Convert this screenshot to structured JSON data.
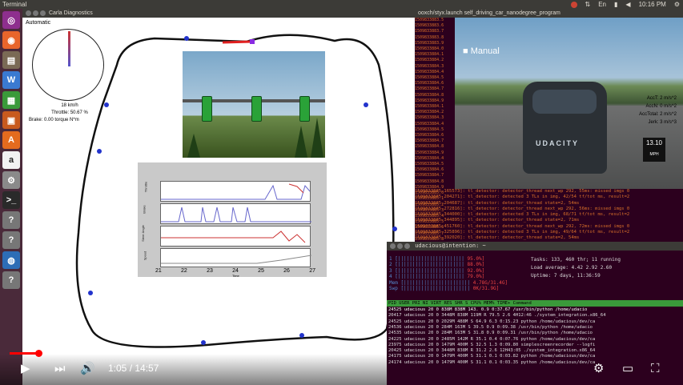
{
  "topbar": {
    "title": "Terminal",
    "clock": "10:16 PM"
  },
  "launcher": {
    "items": [
      "dash-icon",
      "firefox-icon",
      "files-icon",
      "writer-icon",
      "calc-icon",
      "impress-icon",
      "software-icon",
      "amazon-icon",
      "settings-icon",
      "terminal-icon",
      "unknown-icon",
      "unknown-icon",
      "globe-icon",
      "unknown-icon",
      "trash-icon"
    ]
  },
  "carla": {
    "title": "Carla Diagnostics",
    "mode": "Automatic",
    "speed": "18 km/h",
    "throttle": "Throttle: 50.67 %",
    "brake": "Brake: 0.00 torque N*m",
    "plot_xlabel": "Time",
    "plot_xticks": [
      "21",
      "22",
      "23",
      "24",
      "25",
      "26",
      "27"
    ],
    "plot_ylabels": [
      "Throttle",
      "Brake",
      "Steer Angle",
      "Speed"
    ]
  },
  "sim": {
    "title": "ooxch/styx.launch   self_driving_car_nanodegree_program",
    "manual": "Manual",
    "acc": [
      "AccT: 2 m/s^2",
      "AccN: 0 m/s^2",
      "AccTotal: 2 m/s^2",
      "Jerk: 3 m/s^3"
    ],
    "speed": "13.10",
    "speed_unit": "MPH",
    "logo": "UDACITY"
  },
  "log_lines": [
    "1509833883.5",
    "1509833883.6",
    "1509833883.7",
    "1509833883.8",
    "1509833883.9",
    "1509833884.0",
    "1509833884.1",
    "1509833884.2",
    "1509833884.3",
    "1509833884.4",
    "1509833884.5",
    "1509833884.6",
    "1509833884.7",
    "1509833884.8",
    "1509833884.9",
    "1509833884.1",
    "1509833884.2",
    "1509833884.3",
    "1509833884.4",
    "1509833884.5",
    "1509833884.6",
    "1509833884.7",
    "1509833884.8",
    "1509833884.9",
    "1509833884.4",
    "1509833884.5",
    "1509833884.6",
    "1509833884.7",
    "1509833884.8",
    "1509833884.9",
    "1509833885.0",
    "1509833885.1",
    "1509833885.2",
    "1509833885.3",
    "1509833885.4",
    "1509833885.5",
    "1509833885.6",
    "1509833885.7",
    "1509833885.8"
  ],
  "detector_lines": [
    "1509833885.165573]: tl_detector: detector_thread next_wp 292, 55ms: missed imgs 0",
    "1509833885.204271]: tl_detector: detected 3 TLs in img, 42/54 tf/tot ms, result=2",
    "1509833885.204687]: tl_detector: detector_thread state=2, 54ms",
    "1509833885.272816]: tl_detector: detector_thread next_wp 292, 56ms: missed imgs 0",
    "1509833885.344000]: tl_detector: detected 3 TLs in img, 68/71 tf/tot ms, result=2",
    "1509833885.344895]: tl_detector: detector_thread state=2, 71ms",
    "1509833885.451760]: tl_detector: detector_thread next_wp 292, 72ms: missed imgs 0",
    "1509833885.325896]: tl_detector: detected 3 TLs in img, 49/64 tf/tot ms, result=2",
    "1509833885.392020]: tl_detector: detector_thread state=2, 54ms"
  ],
  "htop": {
    "title": "udacious@intention: ~",
    "cpu_labels": [
      "1",
      "2",
      "3",
      "4",
      "Mem",
      "Swp"
    ],
    "cpu_vals": [
      "95.0%",
      "88.0%",
      "92.0%",
      "79.0%",
      "4.78G/31.4G",
      "0K/31.9G"
    ],
    "tasks": "Tasks: 133, 460 thr; 11 running",
    "load": "Load average: 4.42 2.92 2.60",
    "uptime": "Uptime: 7 days, 11:36:59",
    "header": "  PID USER      PRI  NI  VIRT   RES   SHR S CPU% MEM%   TIME+  Command",
    "rows": [
      "24525 udacious   20   0  838M  838M  143. 0.9  0:37.67 /usr/bin/python /home/udacio",
      "20417 udacious   20   0 3448M  838M 119M R 79.5  2.6 4H12:46 ./system_integration.x86_64",
      "24525 udacious   20   0 2029M  488M  S 64.9  6.3  0:15.23 python /home/udacious/dev/ca",
      "24536 udacious   20   0  284M  163M  S 39.5  0.9  0:09.38 /usr/bin/python /home/udacio",
      "24535 udacious   20   0  284M  163M  S 31.8  0.9  0:09.31 /usr/bin/python /home/udacio",
      "24225 udacious   20   0 2485M  142M  R 35.1  0.4  0:07.76 python /home/udacious/dev/ca",
      "23975 udacious   20   0 1479M  400M  S 32.5  1.3  0:09.80 simplescreenrecorder --logfi",
      "20425 udacious   20   0 3448M  838M  R 31.2  2.6 12H43:05 ./system_integration.x86_64",
      "24175 udacious   20   0 1479M  400M  S 31.1  0.1  0:03.82 python /home/udacious/dev/ca",
      "24174 udacious   20   0 1479M  400M  S 31.1  0.1  0:03.35 python /home/udacious/dev/ca"
    ]
  },
  "player": {
    "time": "1:05 / 14:57",
    "progress": 0.077
  }
}
